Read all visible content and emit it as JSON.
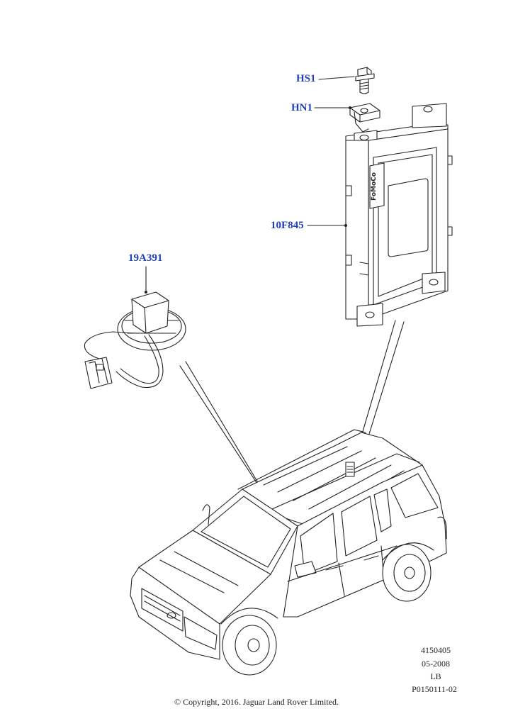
{
  "callouts": {
    "hs1": "HS1",
    "hn1": "HN1",
    "module": "10F845",
    "antenna": "19A391"
  },
  "reference": {
    "code": "4150405",
    "date": "05-2008",
    "lang": "LB",
    "part": "P0150111-02"
  },
  "copyright": "© Copyright, 2016. Jaguar Land Rover Limited.",
  "module_label": "FoMoCo",
  "colors": {
    "callout_text": "#1f3fbf",
    "line": "#222222"
  }
}
